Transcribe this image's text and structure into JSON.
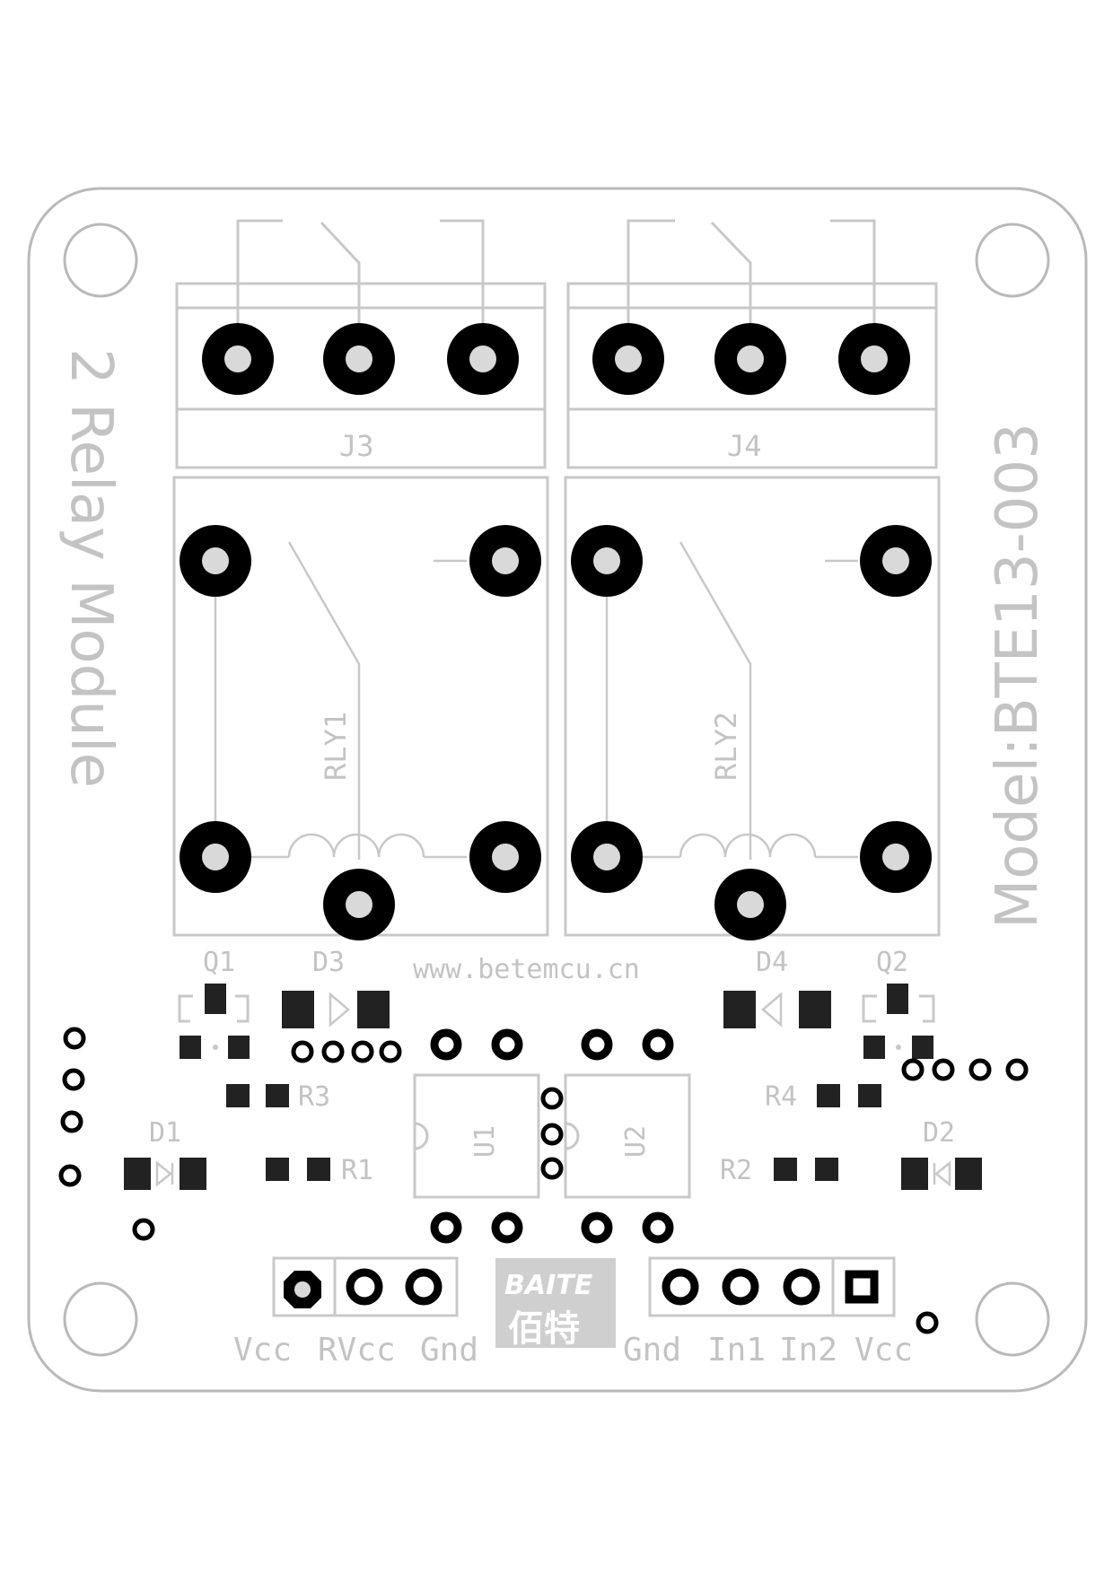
{
  "board": {
    "title": "2 Relay Module",
    "model": "Model:BTE13-003",
    "website": "www.betemcu.cn"
  },
  "designators": {
    "j3": "J3",
    "j4": "J4",
    "rly1": "RLY1",
    "rly2": "RLY2",
    "q1": "Q1",
    "q2": "Q2",
    "d1": "D1",
    "d2": "D2",
    "d3": "D3",
    "d4": "D4",
    "r1": "R1",
    "r2": "R2",
    "r3": "R3",
    "r4": "R4",
    "u1": "U1",
    "u2": "U2"
  },
  "headers": {
    "power": [
      "Vcc",
      "RVcc",
      "Gnd"
    ],
    "input": [
      "Gnd",
      "In1",
      "In2",
      "Vcc"
    ]
  },
  "logo": {
    "top": "BAITE",
    "bottom": "佰特"
  },
  "colors": {
    "silkscreen": "#c8c8c8",
    "copper": "#000000",
    "edge": "#b9b9b9"
  }
}
